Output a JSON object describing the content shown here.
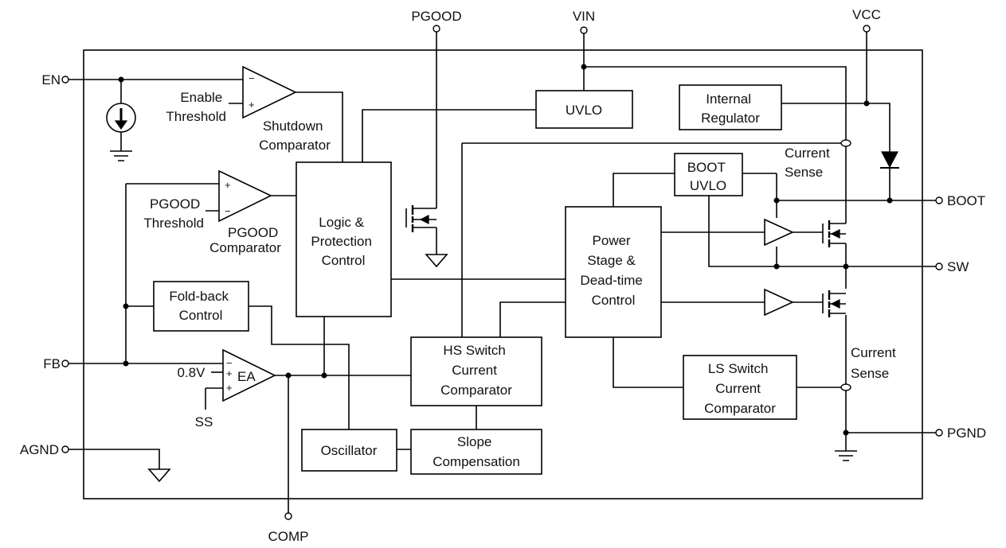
{
  "pins": {
    "en": "EN",
    "fb": "FB",
    "agnd": "AGND",
    "pgood": "PGOOD",
    "vin": "VIN",
    "vcc": "VCC",
    "boot": "BOOT",
    "sw": "SW",
    "pgnd": "PGND",
    "comp": "COMP",
    "ss": "SS"
  },
  "blocks": {
    "uvlo": "UVLO",
    "internal_regulator": [
      "Internal",
      "Regulator"
    ],
    "boot_uvlo": [
      "BOOT",
      "UVLO"
    ],
    "logic_protection": [
      "Logic &",
      "Protection",
      "Control"
    ],
    "power_stage": [
      "Power",
      "Stage &",
      "Dead-time",
      "Control"
    ],
    "foldback": [
      "Fold-back",
      "Control"
    ],
    "hs_switch": [
      "HS Switch",
      "Current",
      "Comparator"
    ],
    "ls_switch": [
      "LS Switch",
      "Current",
      "Comparator"
    ],
    "oscillator": "Oscillator",
    "slope": [
      "Slope",
      "Compensation"
    ]
  },
  "labels": {
    "enable_threshold": [
      "Enable",
      "Threshold"
    ],
    "shutdown_comparator": [
      "Shutdown",
      "Comparator"
    ],
    "pgood_threshold": [
      "PGOOD",
      "Threshold"
    ],
    "pgood_comparator": [
      "PGOOD",
      "Comparator"
    ],
    "current_sense_high": [
      "Current",
      "Sense"
    ],
    "current_sense_low": [
      "Current",
      "Sense"
    ],
    "vref": "0.8V",
    "ea": "EA"
  }
}
